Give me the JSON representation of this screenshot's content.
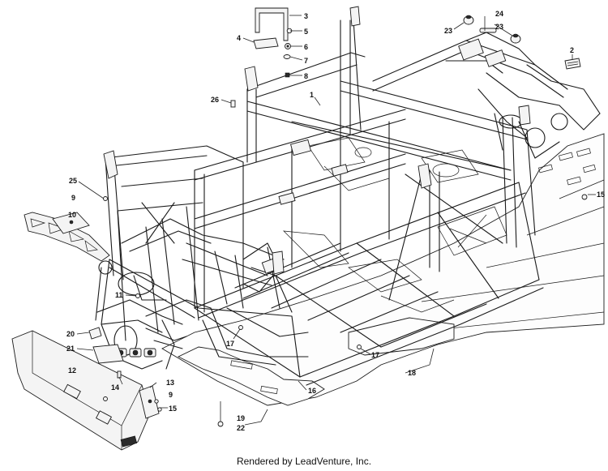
{
  "footer": {
    "text": "Rendered by LeadVenture, Inc."
  },
  "callouts": [
    {
      "id": "c3",
      "label": "3"
    },
    {
      "id": "c5",
      "label": "5"
    },
    {
      "id": "c6",
      "label": "6"
    },
    {
      "id": "c7",
      "label": "7"
    },
    {
      "id": "c8",
      "label": "8"
    },
    {
      "id": "c4",
      "label": "4"
    },
    {
      "id": "c24",
      "label": "24"
    },
    {
      "id": "c23a",
      "label": "23"
    },
    {
      "id": "c23b",
      "label": "23"
    },
    {
      "id": "c2",
      "label": "2"
    },
    {
      "id": "c26",
      "label": "26"
    },
    {
      "id": "c1",
      "label": "1"
    },
    {
      "id": "c25",
      "label": "25"
    },
    {
      "id": "c9a",
      "label": "9"
    },
    {
      "id": "c10",
      "label": "10"
    },
    {
      "id": "c15a",
      "label": "15"
    },
    {
      "id": "c11",
      "label": "11"
    },
    {
      "id": "c20",
      "label": "20"
    },
    {
      "id": "c21",
      "label": "21"
    },
    {
      "id": "c12",
      "label": "12"
    },
    {
      "id": "c13",
      "label": "13"
    },
    {
      "id": "c14",
      "label": "14"
    },
    {
      "id": "c9b",
      "label": "9"
    },
    {
      "id": "c15b",
      "label": "15"
    },
    {
      "id": "c17a",
      "label": "17"
    },
    {
      "id": "c17b",
      "label": "17"
    },
    {
      "id": "c16",
      "label": "16"
    },
    {
      "id": "c18",
      "label": "18"
    },
    {
      "id": "c19",
      "label": "19"
    },
    {
      "id": "c22",
      "label": "22"
    }
  ]
}
